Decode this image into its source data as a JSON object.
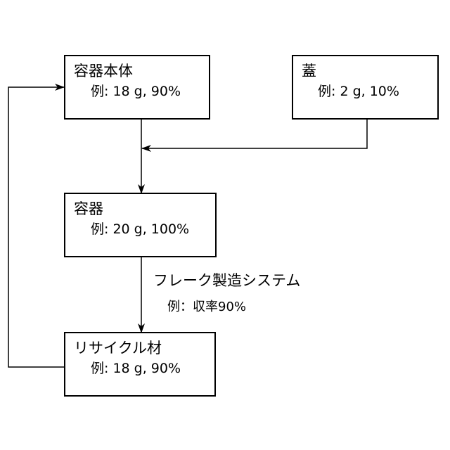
{
  "boxes": {
    "container_body": {
      "title": "容器本体",
      "example": "例: 18 g, 90%"
    },
    "lid": {
      "title": "蓋",
      "example": "例: 2 g, 10%"
    },
    "container": {
      "title": "容器",
      "example": "例: 20 g, 100%"
    },
    "recycled": {
      "title": "リサイクル材",
      "example": "例: 18 g, 90%"
    }
  },
  "process": {
    "label": "フレーク製造システム",
    "example": "例：収率90%"
  },
  "colors": {
    "line": "#000000",
    "background": "#ffffff"
  }
}
